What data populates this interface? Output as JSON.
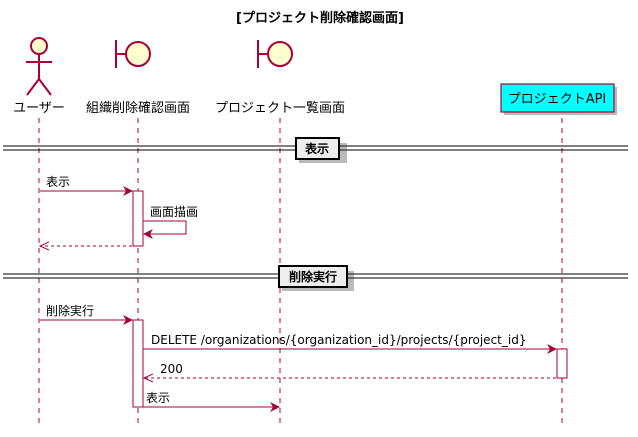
{
  "title": "[プロジェクト削除確認画面]",
  "participants": {
    "user": "ユーザー",
    "org_delete_screen": "組織削除確認画面",
    "project_list_screen": "プロジェクト一覧画面",
    "project_api": "プロジェクトAPI"
  },
  "dividers": {
    "show": "表示",
    "delete_exec": "削除実行"
  },
  "messages": {
    "show": "表示",
    "draw_screen": "画面描画",
    "delete_exec": "削除実行",
    "delete_request": "DELETE /organizations/{organization_id}/projects/{project_id}",
    "status_200": "200",
    "show_list": "表示"
  },
  "colors": {
    "line": "#a80036",
    "actor_fill": "#fefece",
    "api_fill": "#00ffff",
    "divider_box": "#eeeeee"
  }
}
